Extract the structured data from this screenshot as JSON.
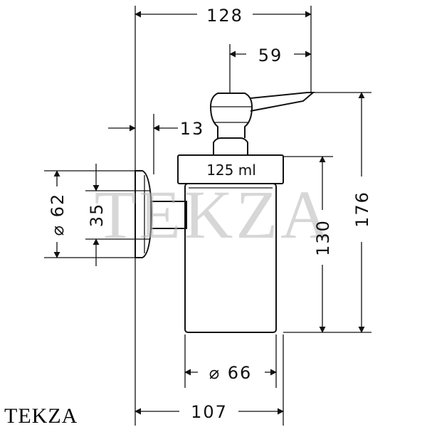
{
  "dimensions": {
    "total_width": "128",
    "lever_reach": "59",
    "wall_offset": "13",
    "flange_diameter": "⌀ 62",
    "flange_spacing": "35",
    "dispenser_height": "176",
    "container_height": "130",
    "container_diameter": "⌀ 66",
    "projection": "107"
  },
  "container_capacity": "125 ml",
  "watermark": "TEKZA",
  "brand": "TEKZA"
}
